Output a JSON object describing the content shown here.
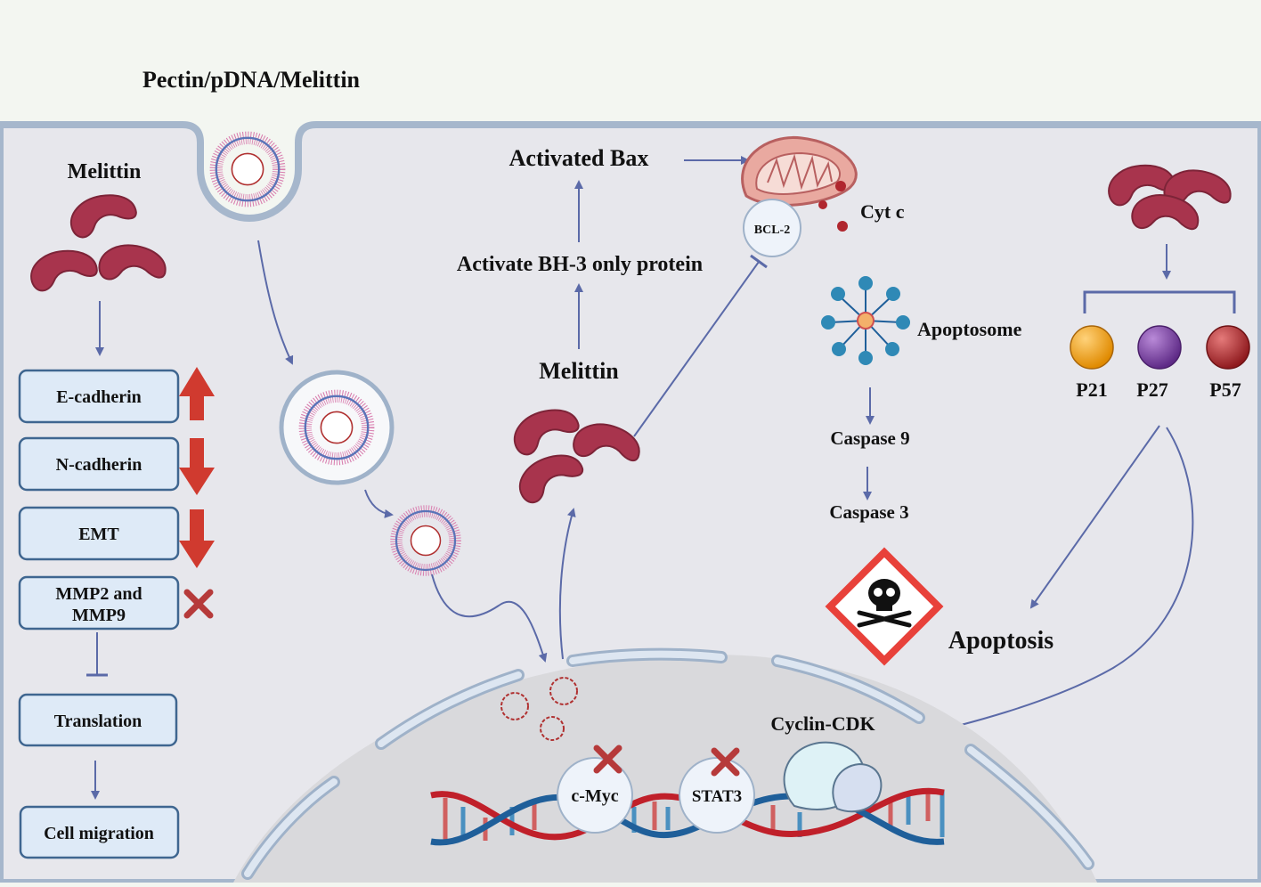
{
  "title": "Pectin/pDNA/Melittin",
  "left_panel": {
    "melittin_label": "Melittin",
    "boxes": [
      {
        "label": "E-cadherin",
        "effect": "up"
      },
      {
        "label": "N-cadherin",
        "effect": "down"
      },
      {
        "label": "EMT",
        "effect": "down"
      },
      {
        "label_line1": "MMP2 and",
        "label_line2": "MMP9",
        "effect": "blocked"
      },
      {
        "label": "Translation"
      },
      {
        "label": "Cell migration"
      }
    ]
  },
  "center": {
    "activated_bax": "Activated Bax",
    "bh3": "Activate BH-3 only protein",
    "melittin_label": "Melittin",
    "bcl2": "BCL-2",
    "cyt_c": "Cyt c",
    "apoptosome": "Apoptosome",
    "caspase9": "Caspase 9",
    "caspase3": "Caspase 3",
    "apoptosis": "Apoptosis"
  },
  "right_panel": {
    "proteins": [
      {
        "label": "P21",
        "color": "#e89a12"
      },
      {
        "label": "P27",
        "color": "#7a3fa0"
      },
      {
        "label": "P57",
        "color": "#b3262b"
      }
    ]
  },
  "nucleus": {
    "cmyc": "c-Myc",
    "stat3": "STAT3",
    "cyclin_cdk": "Cyclin-CDK"
  },
  "colors": {
    "melittin": "#a8344d",
    "arrow": "#5b6aa8",
    "up_down_arrow": "#d03a2f",
    "inhibition_x": "#b63a3a",
    "box_fill": "#deeaf7",
    "box_stroke": "#3f6690",
    "dna_red": "#c0202a",
    "dna_blue": "#1f5f9a",
    "hazard": "#e8413a"
  }
}
